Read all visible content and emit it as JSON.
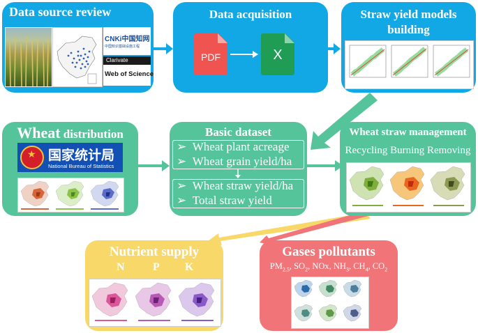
{
  "colors": {
    "blue": "#12a8e6",
    "green": "#56c49a",
    "yellow": "#f8d868",
    "red": "#f07478",
    "arrow_blue": "#12a8e6",
    "arrow_green": "#56c49a",
    "arrow_yellow": "#f8d868",
    "arrow_red": "#f07478"
  },
  "source": {
    "title": "Data source review",
    "cnki_label": "CNKi中国知网",
    "cnki_sub": "中国知识基础设施工程",
    "clarivate": "Clarivate",
    "wos": "Web of Science"
  },
  "acquisition": {
    "title": "Data acquisition",
    "pdf_label": "PDF",
    "excel_label": "X"
  },
  "models": {
    "title_line1": "Straw yield models",
    "title_line2": "building"
  },
  "distribution": {
    "title_big": "Wheat",
    "title_rest": " distribution",
    "nbs_cn": "国家统计局",
    "nbs_en": "National Bureau of Statistics"
  },
  "basic": {
    "title": "Basic dataset",
    "items_top": [
      "Wheat plant acreage",
      "Wheat grain yield/ha"
    ],
    "items_bottom": [
      "Wheat straw yield/ha",
      "Total straw yield"
    ],
    "bullet": "➢"
  },
  "management": {
    "title": "Wheat straw management",
    "subtitle": "Recycling Burning Removing"
  },
  "nutrient": {
    "title": "Nutrient supply",
    "elements": [
      "N",
      "P",
      "K"
    ]
  },
  "gases": {
    "title": "Gases pollutants"
  }
}
